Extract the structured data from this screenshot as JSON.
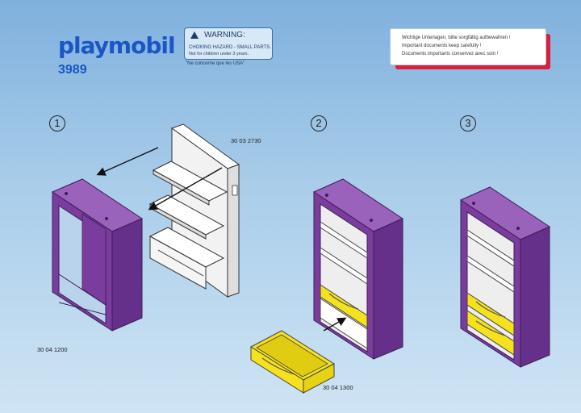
{
  "header": {
    "brand": "playmobil",
    "set_number": "3989"
  },
  "warning": {
    "title": "WARNING:",
    "line1": "CHOKING HAZARD - SMALL PARTS.",
    "line2": "Not for children under 3 years.",
    "usa_note": "\"Ne concerne que les USA\""
  },
  "documents_notice": {
    "line_de": "Wichtige Unterlagen, bitte sorgfältig aufbewahren !",
    "line_en": "Important documents keep carefully !",
    "line_fr": "Documents importants conservez avec soin !"
  },
  "steps": [
    {
      "number": "1"
    },
    {
      "number": "2"
    },
    {
      "number": "3"
    }
  ],
  "parts": {
    "shelf_insert": "30 03 2730",
    "frame": "30 04 1200",
    "drawer": "30 04 1300"
  },
  "colors": {
    "frame_purple": "#7a3d9e",
    "drawer_yellow": "#f5e11c",
    "brand_blue": "#1a56c4",
    "notice_red": "#d91e3e"
  }
}
